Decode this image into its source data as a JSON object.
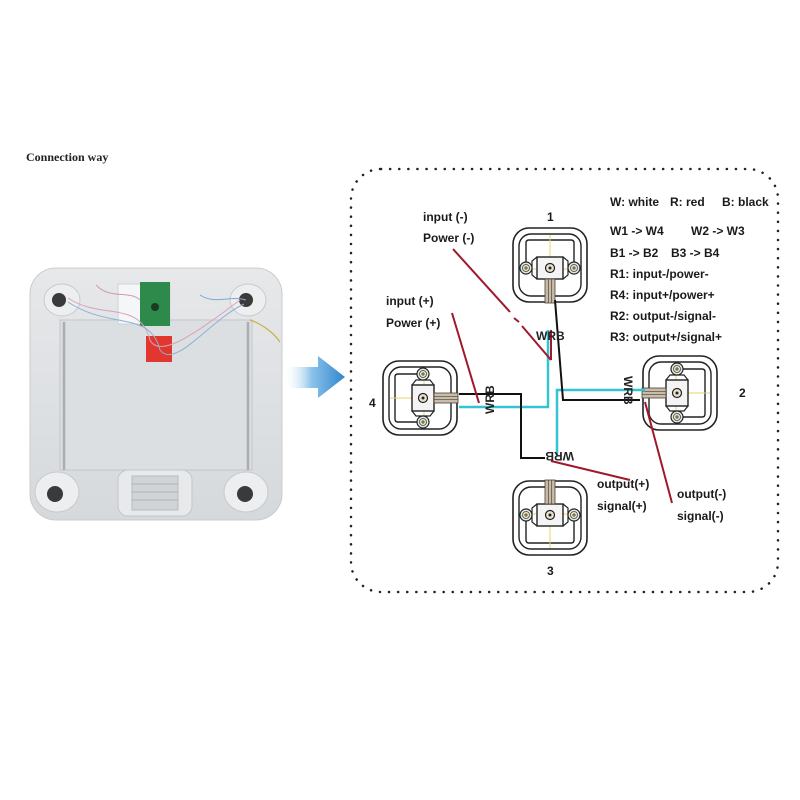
{
  "heading": "Connection way",
  "photo": {
    "description": "Bathroom scale underside with 4 load cells, control board and wiring"
  },
  "arrow": {
    "icon": "right-arrow-icon",
    "color": "#3a8fd0"
  },
  "legend": {
    "colors": [
      "W: white",
      "R: red",
      "B: black"
    ],
    "lines": [
      [
        "W1 -> W4",
        "W2 -> W3"
      ],
      [
        "B1 -> B2",
        "B3 -> B4"
      ],
      [
        "R1: input-/power-"
      ],
      [
        "R4: input+/power+"
      ],
      [
        "R2: output-/signal-"
      ],
      [
        "R3: output+/signal+"
      ]
    ]
  },
  "callouts": {
    "input_minus": [
      "input (-)",
      "Power (-)"
    ],
    "input_plus": [
      "input (+)",
      "Power (+)"
    ],
    "output_plus": [
      "output(+)",
      "signal(+)"
    ],
    "output_minus": [
      "output(-)",
      "signal(-)"
    ]
  },
  "cells": [
    {
      "id": "1",
      "wire_label": "WRB"
    },
    {
      "id": "2",
      "wire_label": "WRB"
    },
    {
      "id": "3",
      "wire_label": "WRB"
    },
    {
      "id": "4",
      "wire_label": "WRB"
    }
  ],
  "wire_colors": {
    "white": "#33c4d0",
    "red": "#a0182c",
    "black": "#111111"
  }
}
